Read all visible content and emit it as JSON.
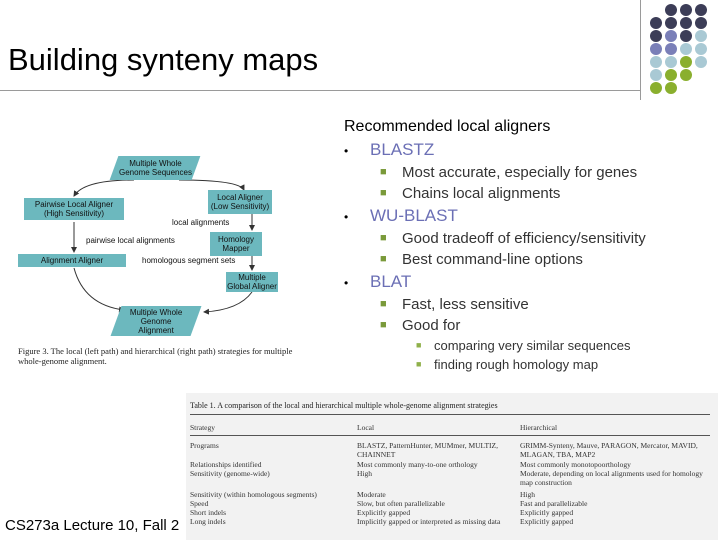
{
  "slide": {
    "title": "Building synteny maps",
    "footer": "CS273a Lecture 10, Fall 2",
    "dot_colors": [
      "#3c3d57",
      "#7a7fb8",
      "#a9c9d4",
      "#8aaf2e"
    ]
  },
  "aligners": {
    "header": "Recommended local aligners",
    "items": [
      {
        "name": "BLASTZ",
        "subs": [
          {
            "text": "Most accurate, especially for genes"
          },
          {
            "text": "Chains local alignments"
          }
        ]
      },
      {
        "name": "WU-BLAST",
        "subs": [
          {
            "text": "Good tradeoff of efficiency/sensitivity"
          },
          {
            "text": "Best command-line options"
          }
        ]
      },
      {
        "name": "BLAT",
        "subs": [
          {
            "text": "Fast, less sensitive"
          },
          {
            "text": "Good for"
          }
        ],
        "subsubs": [
          "comparing very similar sequences",
          "finding rough homology map"
        ]
      }
    ]
  },
  "diagram": {
    "nodes": {
      "top": "Multiple Whole\nGenome Sequences",
      "pairwise": "Pairwise Local Aligner\n(High Sensitivity)",
      "local": "Local Aligner\n(Low Sensitivity)",
      "homology": "Homology\nMapper",
      "alignment": "Alignment Aligner",
      "global": "Multiple\nGlobal Aligner",
      "bottom": "Multiple Whole\nGenome\nAlignment"
    },
    "edges": {
      "local_alignments": "local alignments",
      "pairwise_alignments": "pairwise local alignments",
      "homologous_sets": "homologous segment sets"
    },
    "caption": "Figure 3. The local (left path) and hierarchical (right path) strategies for multiple whole-genome alignment."
  },
  "table": {
    "caption": "Table 1. A comparison of the local and hierarchical multiple whole-genome alignment strategies",
    "headers": [
      "Strategy",
      "Local",
      "Hierarchical"
    ],
    "rows": [
      [
        "Programs",
        "BLASTZ, PatternHunter, MUMmer, MULTIZ, CHAINNET",
        "GRIMM-Synteny, Mauve, PARAGON, Mercator, MAVID, MLAGAN, TBA, MAP2"
      ],
      [
        "Relationships identified",
        "Most commonly many-to-one orthology",
        "Most commonly monotopoorthology"
      ],
      [
        "Sensitivity (genome-wide)",
        "High",
        "Moderate, depending on local alignments used for homology map construction"
      ],
      [
        "Sensitivity (within homologous segments)",
        "Moderate",
        "High"
      ],
      [
        "Speed",
        "Slow, but often parallelizable",
        "Fast and parallelizable"
      ],
      [
        "Short indels",
        "Explicitly gapped",
        "Explicitly gapped"
      ],
      [
        "Long indels",
        "Implicitly gapped or interpreted as missing data",
        "Explicitly gapped"
      ]
    ]
  }
}
